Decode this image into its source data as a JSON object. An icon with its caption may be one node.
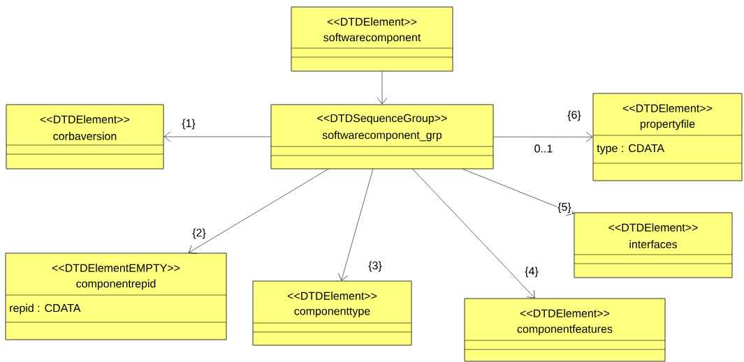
{
  "diagram": {
    "nodes": [
      {
        "text": [
          "<<DTDElement>>",
          "softwarecomponent"
        ]
      },
      {
        "text": [
          "<<DTDElement>>",
          "corbaversion"
        ]
      },
      {
        "text": [
          "<<DTDSequenceGroup>>",
          "softwarecomponent_grp"
        ]
      },
      {
        "text": [
          "<<DTDElement>>",
          "propertyfile",
          "type : CDATA"
        ]
      },
      {
        "text": [
          "<<DTDElement>>",
          "interfaces"
        ]
      },
      {
        "text": [
          "<<DTDElementEMPTY>>",
          "componentrepid",
          "repid : CDATA"
        ]
      },
      {
        "text": [
          "<<DTDElement>>",
          "componenttype"
        ]
      },
      {
        "text": [
          "<<DTDElement>>",
          "componentfeatures"
        ]
      }
    ],
    "edges": [
      {
        "from": 0,
        "to": 2,
        "arrow": "to"
      },
      {
        "from": 2,
        "to": 1,
        "arrow": "to",
        "label": "{1}"
      },
      {
        "from": 2,
        "to": 3,
        "arrow": "to",
        "label": "{6}"
      },
      {
        "from": 2,
        "to": 5,
        "arrow": "to",
        "label": "{2}"
      },
      {
        "from": 2,
        "to": 6,
        "arrow": "to",
        "label": "{3}"
      },
      {
        "from": 2,
        "to": 7,
        "arrow": "to",
        "label": "{4}"
      },
      {
        "from": 2,
        "to": 4,
        "arrow": "to",
        "label": "{5}"
      }
    ],
    "labels": [
      "0..1"
    ]
  }
}
